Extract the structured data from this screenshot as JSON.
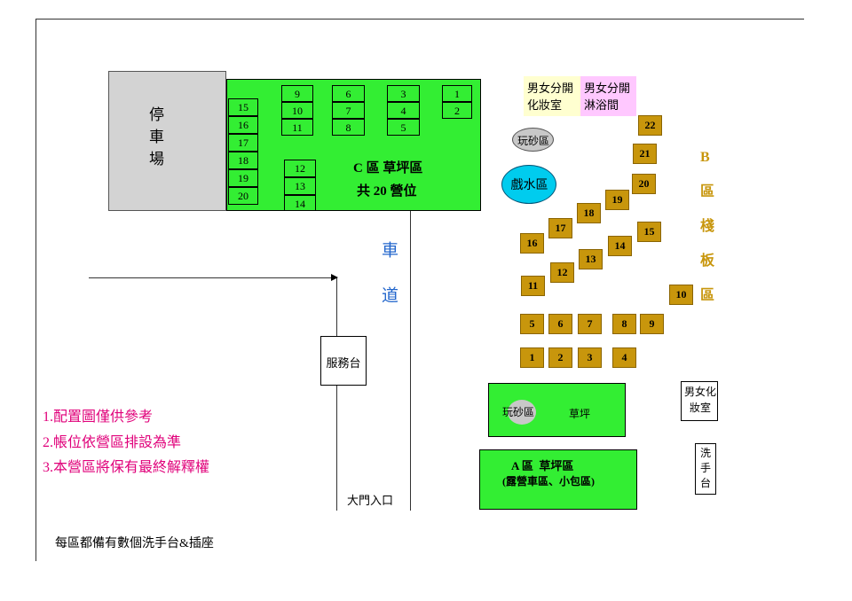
{
  "parking": "停車場",
  "c_area": {
    "title": "C 區 草坪區",
    "subtitle": "共 20 營位",
    "slots": [
      "1",
      "2",
      "3",
      "4",
      "5",
      "6",
      "7",
      "8",
      "9",
      "10",
      "11",
      "12",
      "13",
      "14",
      "15",
      "16",
      "17",
      "18",
      "19",
      "20"
    ]
  },
  "road": "車道",
  "service_desk": "服務台",
  "gate": "大門入口",
  "facilities": {
    "makeup_top": "男女分開化妝室",
    "shower": "男女分開淋浴間",
    "sandbox_top": "玩砂區",
    "water_play": "戲水區",
    "makeup_right": "男女化妝室",
    "sink": "洗手台"
  },
  "b_area": {
    "label": "B區棧板區",
    "slots": [
      "1",
      "2",
      "3",
      "4",
      "5",
      "6",
      "7",
      "8",
      "9",
      "10",
      "11",
      "12",
      "13",
      "14",
      "15",
      "16",
      "17",
      "18",
      "19",
      "20",
      "21",
      "22"
    ]
  },
  "lawn_area": {
    "sandbox": "玩砂區",
    "lawn": "草坪"
  },
  "a_area": {
    "title": "A 區  草坪區",
    "subtitle": "(露營車區、小包區)"
  },
  "notes": [
    "1.配置圖僅供參考",
    "2.帳位依營區排設為準",
    "3.本營區將保有最終解釋權"
  ],
  "footer": "每區都備有數個洗手台&插座",
  "colors": {
    "lawn": "#33ee33",
    "deck": "#c8960c",
    "notes": "#e0007a",
    "road_text": "#2266cc",
    "b_label": "#c8960c",
    "water": "#00ccee"
  }
}
